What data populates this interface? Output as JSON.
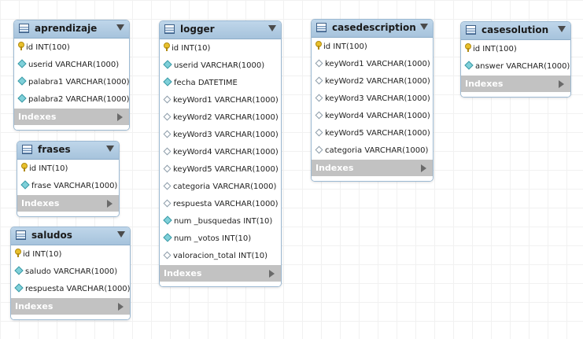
{
  "indexes_label": "Indexes",
  "tables": {
    "aprendizaje": {
      "name": "aprendizaje",
      "columns": [
        {
          "text": "id INT(100)",
          "icon": "primary-key"
        },
        {
          "text": "userid VARCHAR(1000)",
          "icon": "column"
        },
        {
          "text": "palabra1 VARCHAR(1000)",
          "icon": "column"
        },
        {
          "text": "palabra2 VARCHAR(1000)",
          "icon": "column"
        }
      ]
    },
    "frases": {
      "name": "frases",
      "columns": [
        {
          "text": "id INT(10)",
          "icon": "primary-key"
        },
        {
          "text": "frase VARCHAR(1000)",
          "icon": "column"
        }
      ]
    },
    "saludos": {
      "name": "saludos",
      "columns": [
        {
          "text": "id INT(10)",
          "icon": "primary-key"
        },
        {
          "text": "saludo VARCHAR(1000)",
          "icon": "column"
        },
        {
          "text": "respuesta VARCHAR(1000)",
          "icon": "column"
        }
      ]
    },
    "logger": {
      "name": "logger",
      "columns": [
        {
          "text": "id INT(10)",
          "icon": "primary-key"
        },
        {
          "text": "userid VARCHAR(1000)",
          "icon": "column"
        },
        {
          "text": "fecha DATETIME",
          "icon": "column"
        },
        {
          "text": "keyWord1 VARCHAR(1000)",
          "icon": "nullable-column"
        },
        {
          "text": "keyWord2 VARCHAR(1000)",
          "icon": "nullable-column"
        },
        {
          "text": "keyWord3 VARCHAR(1000)",
          "icon": "nullable-column"
        },
        {
          "text": "keyWord4 VARCHAR(1000)",
          "icon": "nullable-column"
        },
        {
          "text": "keyWord5 VARCHAR(1000)",
          "icon": "nullable-column"
        },
        {
          "text": "categoria VARCHAR(1000)",
          "icon": "nullable-column"
        },
        {
          "text": "respuesta VARCHAR(1000)",
          "icon": "nullable-column"
        },
        {
          "text": "num _busquedas INT(10)",
          "icon": "column"
        },
        {
          "text": "num _votos INT(10)",
          "icon": "column"
        },
        {
          "text": "valoracion_total INT(10)",
          "icon": "nullable-column"
        }
      ]
    },
    "casedescription": {
      "name": "casedescription",
      "columns": [
        {
          "text": "id INT(100)",
          "icon": "primary-key"
        },
        {
          "text": "keyWord1 VARCHAR(1000)",
          "icon": "nullable-column"
        },
        {
          "text": "keyWord2 VARCHAR(1000)",
          "icon": "nullable-column"
        },
        {
          "text": "keyWord3 VARCHAR(1000)",
          "icon": "nullable-column"
        },
        {
          "text": "keyWord4 VARCHAR(1000)",
          "icon": "nullable-column"
        },
        {
          "text": "keyWord5 VARCHAR(1000)",
          "icon": "nullable-column"
        },
        {
          "text": "categoria VARCHAR(1000)",
          "icon": "nullable-column"
        }
      ]
    },
    "casesolution": {
      "name": "casesolution",
      "columns": [
        {
          "text": "id INT(100)",
          "icon": "primary-key"
        },
        {
          "text": "answer VARCHAR(1000)",
          "icon": "column"
        }
      ]
    }
  }
}
